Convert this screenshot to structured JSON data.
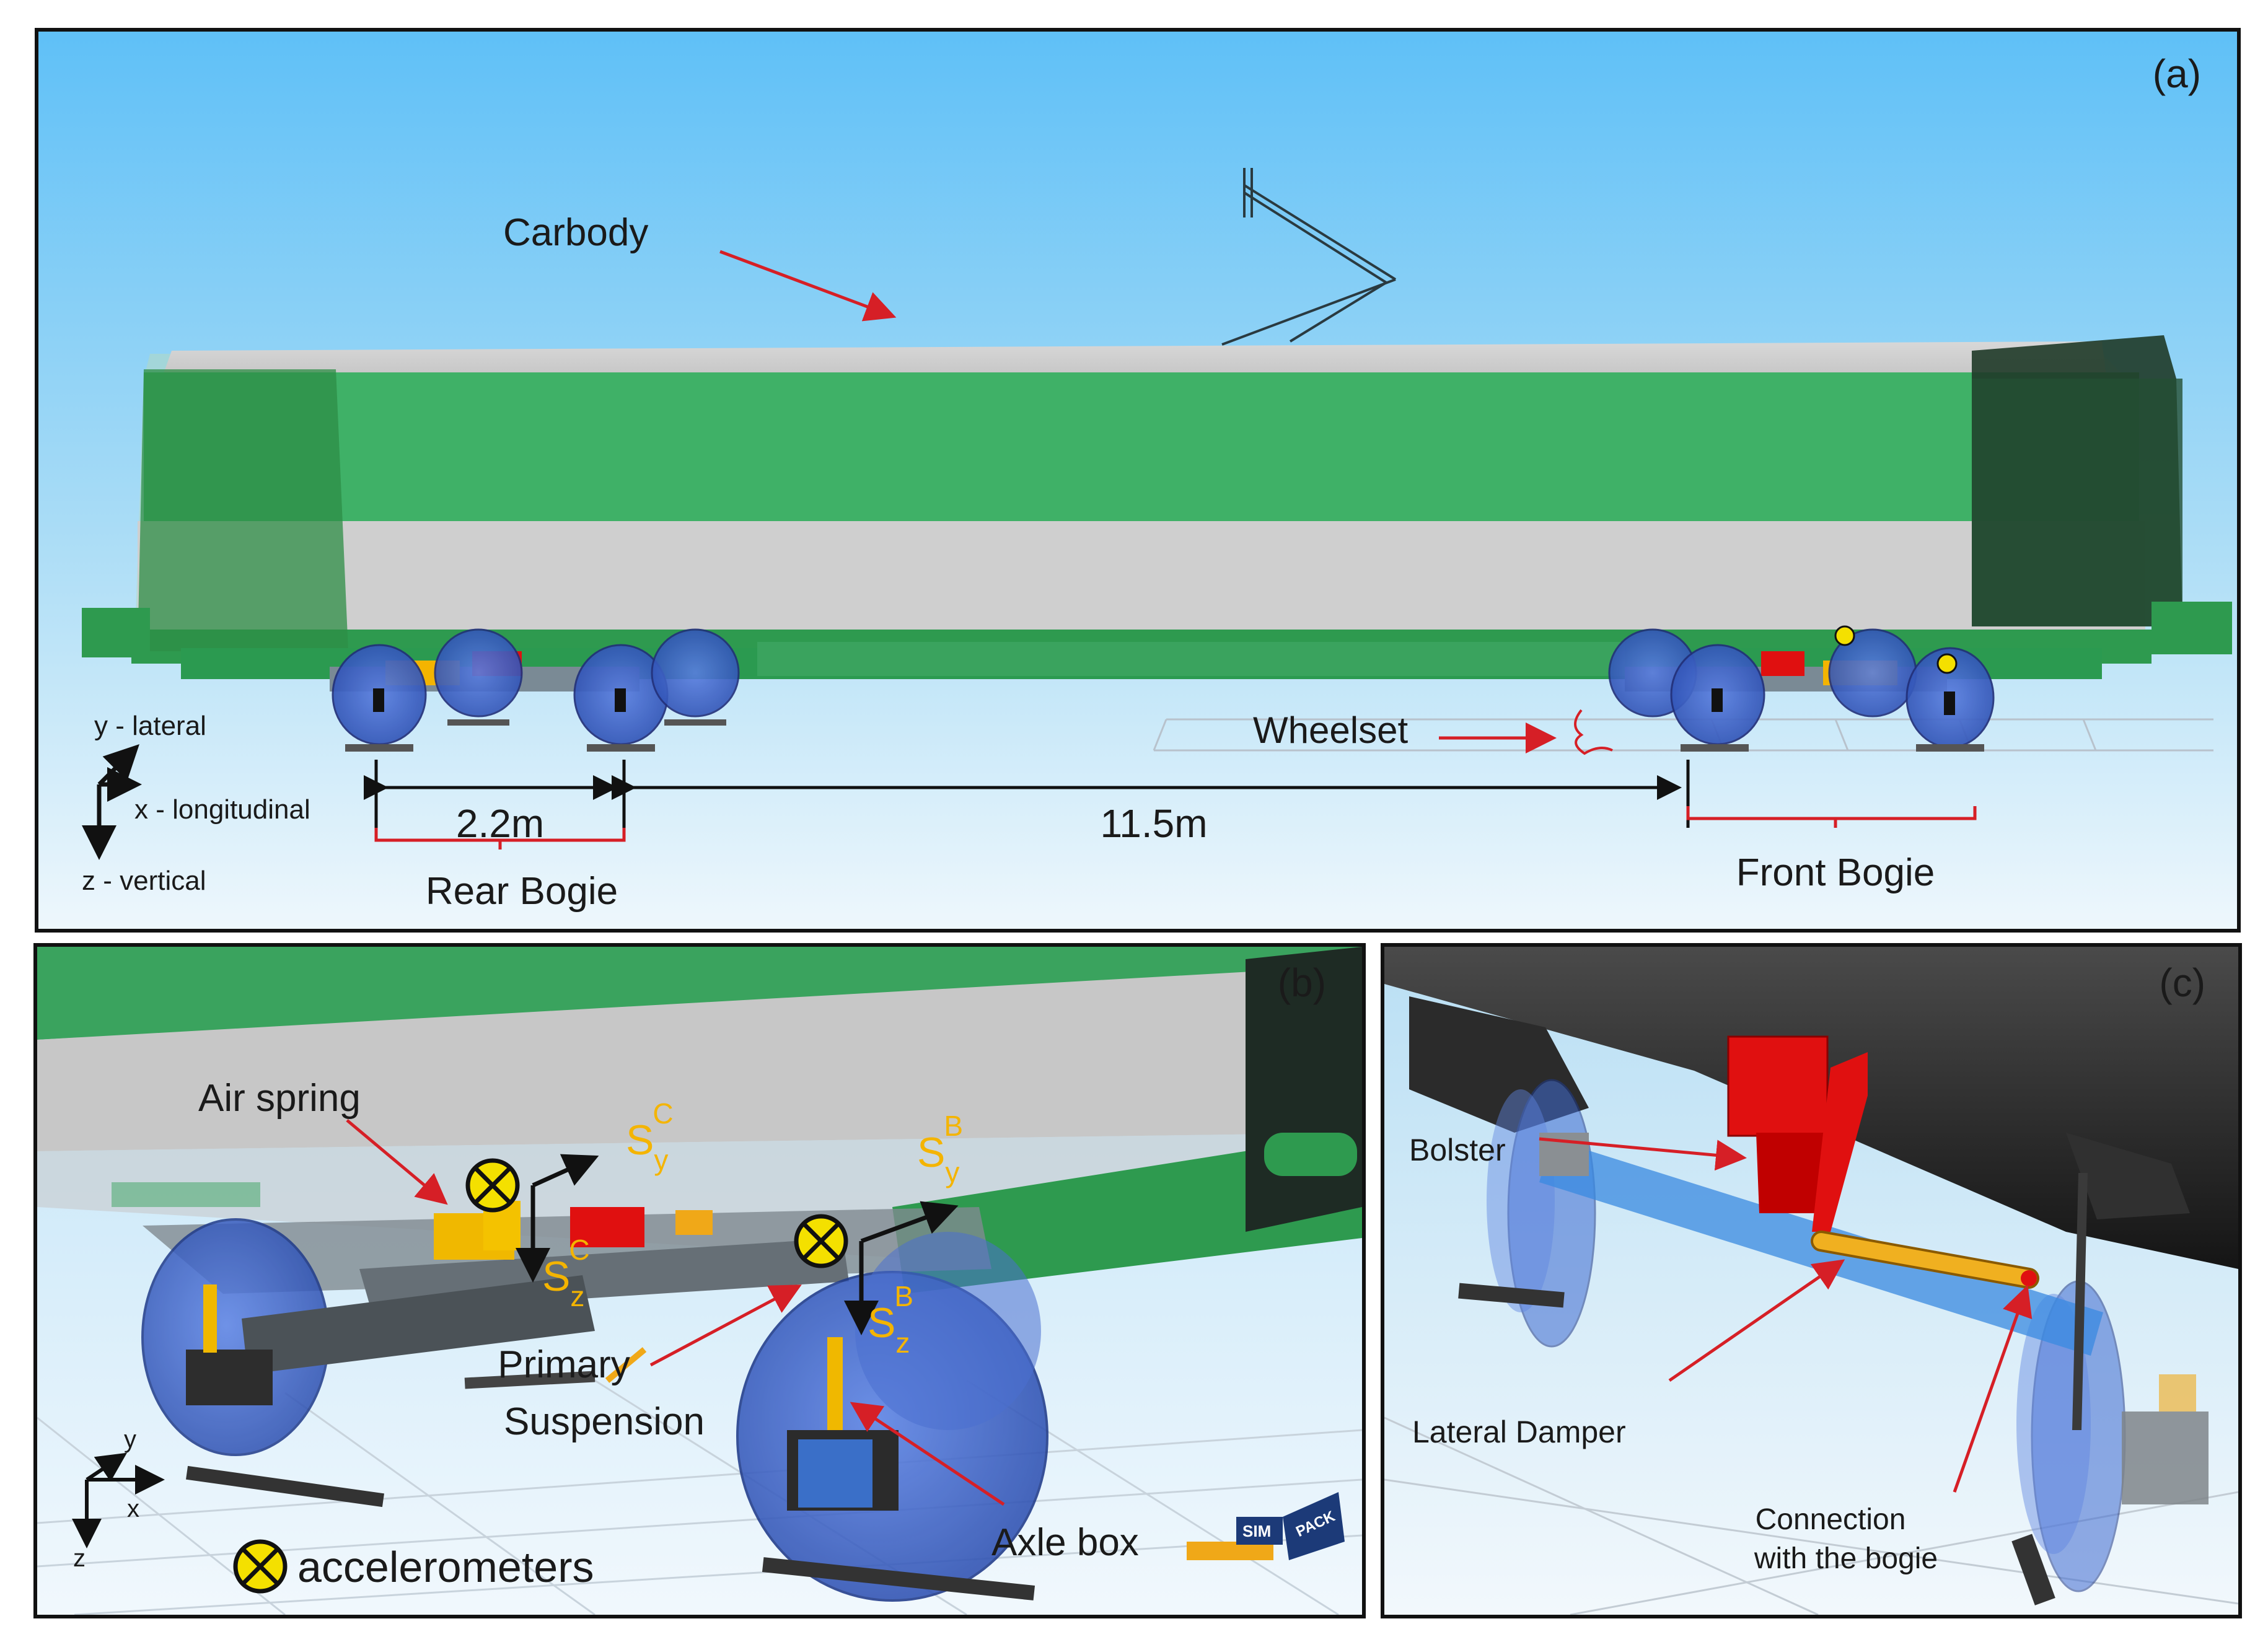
{
  "panel_a": {
    "tag": "(a)",
    "carbody": "Carbody",
    "wheelset": "Wheelset",
    "dim_short": "2.2m",
    "dim_long": "11.5m",
    "rear_bogie": "Rear Bogie",
    "front_bogie": "Front Bogie",
    "axis_y": "y - lateral",
    "axis_x": "x - longitudinal",
    "axis_z": "z - vertical"
  },
  "panel_b": {
    "tag": "(b)",
    "air_spring": "Air spring",
    "primary_1": "Primary",
    "primary_2": "Suspension",
    "axle_box": "Axle box",
    "accelerometers": "accelerometers",
    "axis_y": "y",
    "axis_x": "x",
    "axis_z": "z",
    "s_letter": "S",
    "sub_y": "y",
    "sub_z": "z",
    "sup_c": "C",
    "sup_b": "B",
    "logo_1": "SIM",
    "logo_2": "PACK"
  },
  "panel_c": {
    "tag": "(c)",
    "bolster": "Bolster",
    "lateral_damper": "Lateral Damper",
    "connection_1": "Connection",
    "connection_2": "with the bogie"
  },
  "colors": {
    "sky_top": "#6cc4f5",
    "sky_bottom": "#eaf5fc",
    "carbody_green": "#3aa35e",
    "carbody_grey": "#c7c7c7",
    "wheel_blue": "#4467c8",
    "arrow_red": "#d61f26",
    "accent_yellow": "#f4b400",
    "damper_orange": "#f0a818",
    "bolster_red": "#e01010"
  }
}
